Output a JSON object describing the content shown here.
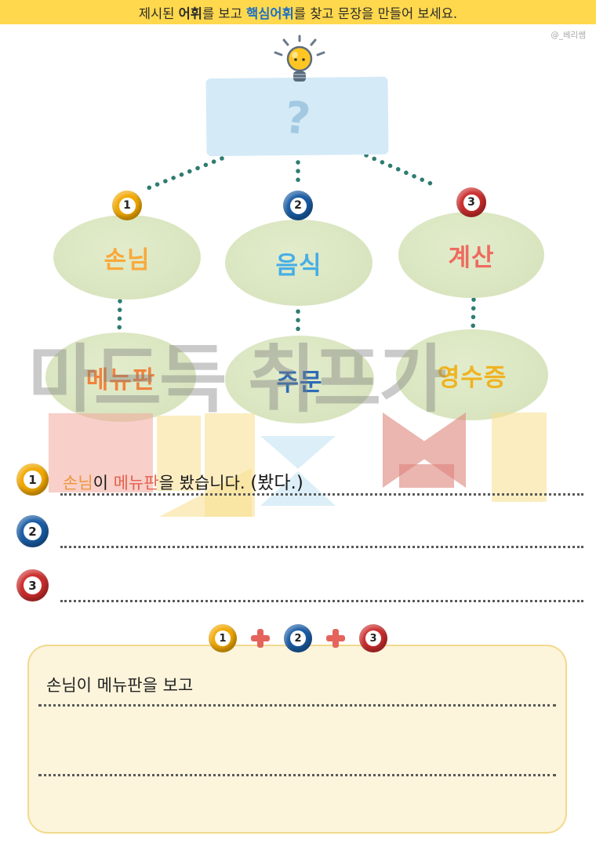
{
  "header": {
    "bg_color": "#FFD84D",
    "text": {
      "prefix": "제시된 ",
      "vocab_word": "어휘",
      "middle": "를 보고 ",
      "key_word": "핵심어휘",
      "suffix": "를 찾고 문장을 만들어 보세요."
    },
    "key_word_color": "#1C6FC4"
  },
  "credit": "@_베리쌤",
  "diagram": {
    "question_mark": "?",
    "balls": [
      {
        "number": "1",
        "color": "#F1A800"
      },
      {
        "number": "2",
        "color": "#1A5CA4"
      },
      {
        "number": "3",
        "color": "#CB2D2D"
      }
    ],
    "keywords": [
      {
        "label": "손님",
        "color": "#F9A93C"
      },
      {
        "label": "음식",
        "color": "#45AEE5"
      },
      {
        "label": "계산",
        "color": "#EF6A5E"
      }
    ],
    "subwords": [
      {
        "label": "메뉴판",
        "color": "#F0833F"
      },
      {
        "label": "주문",
        "color": "#2D6CB5"
      },
      {
        "label": "영수증",
        "color": "#EFB320"
      }
    ],
    "connector_color": "#2E7C71",
    "bubble_color": "#DCE7C5"
  },
  "watermark": {
    "text": "마드득 취프가"
  },
  "answers": {
    "rows": [
      {
        "number": "1",
        "segments": {
          "customer": "손님",
          "particle1": "이 ",
          "menu": "메뉴판",
          "particle2": "을 봤습니다. ",
          "handwritten": "(봤다.)"
        }
      },
      {
        "number": "2"
      },
      {
        "number": "3"
      }
    ]
  },
  "formula": {
    "numbers": [
      "1",
      "2",
      "3"
    ],
    "operator": "+"
  },
  "bottom_box": {
    "starter": "손님이 메뉴판을 보고"
  }
}
